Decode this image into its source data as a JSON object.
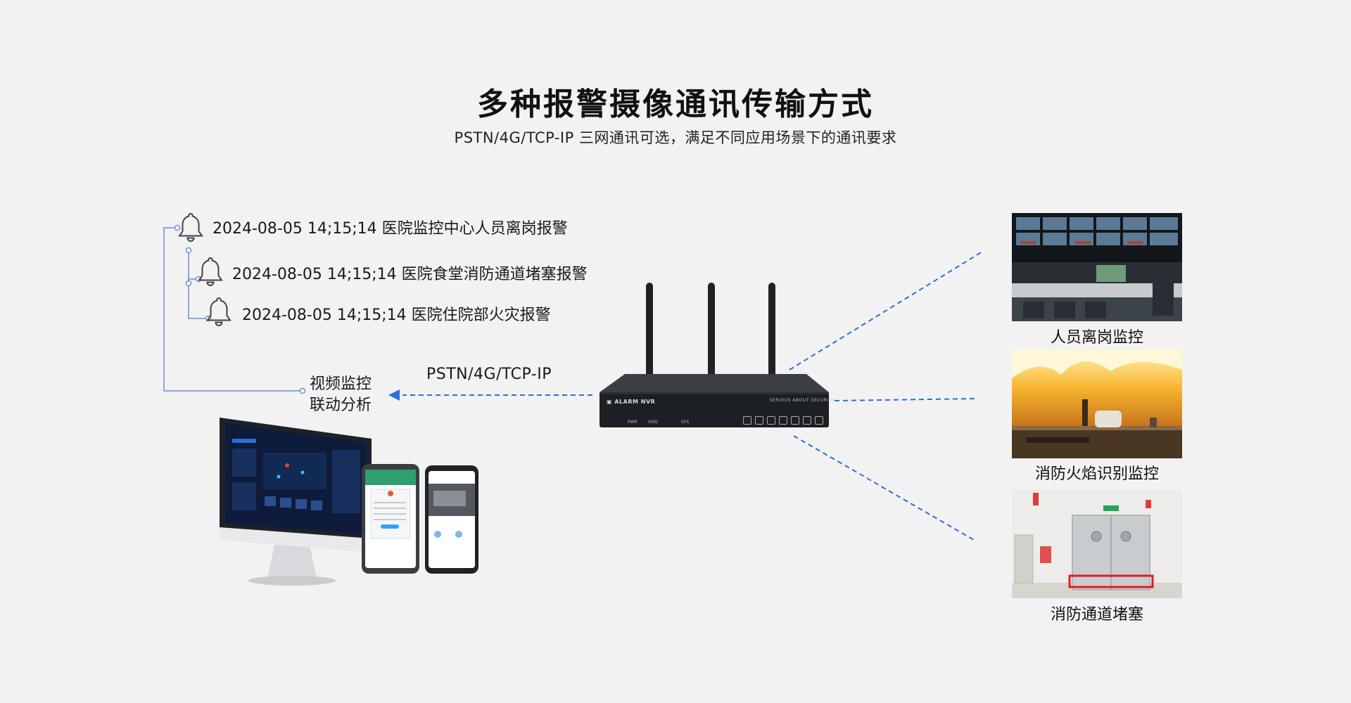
{
  "header": {
    "title": "多种报警摄像通讯传输方式",
    "subtitle": "PSTN/4G/TCP-IP  三网通讯可选，满足不同应用场景下的通讯要求"
  },
  "alarms": [
    {
      "time": "2024-08-05 14;15;14",
      "message": "医院监控中心人员离岗报警"
    },
    {
      "time": "2024-08-05 14;15;14",
      "message": "医院食堂消防通道堵塞报警"
    },
    {
      "time": "2024-08-05 14;15;14",
      "message": "医院住院部火灾报警"
    }
  ],
  "linkage": {
    "line1": "视频监控",
    "line2": "联动分析"
  },
  "protocol_label": "PSTN/4G/TCP-IP",
  "device": {
    "brand": "ALARM NVR",
    "slogan": "SERIOUS ABOUT SECURITY",
    "indicators": [
      "PWR",
      "HDD",
      "SYS"
    ]
  },
  "scenes": [
    {
      "label": "人员离岗监控"
    },
    {
      "label": "消防火焰识别监控"
    },
    {
      "label": "消防通道堵塞"
    }
  ],
  "colors": {
    "accent": "#2d6fd6",
    "line": "#6b8fd1",
    "background": "#f2f2f2"
  }
}
